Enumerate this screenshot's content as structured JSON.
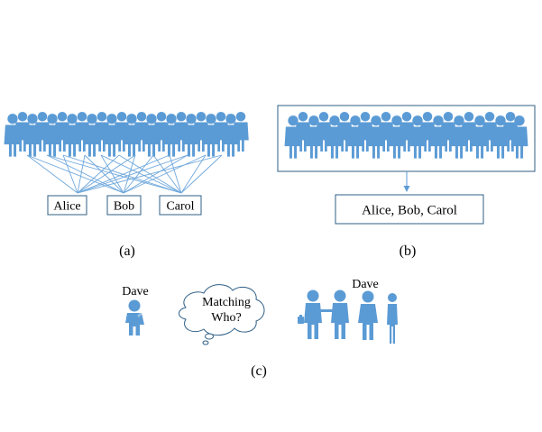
{
  "panel_a": {
    "names": [
      "Alice",
      "Bob",
      "Carol"
    ],
    "caption": "(a)"
  },
  "panel_b": {
    "names_box": "Alice, Bob, Carol",
    "caption": "(b)"
  },
  "panel_c": {
    "left_person_label": "Dave",
    "cloud_line1": "Matching",
    "cloud_line2": "Who?",
    "group_person_label": "Dave",
    "caption": "(c)"
  },
  "colors": {
    "people": "#5b9bd5",
    "box_border": "#2f5f86",
    "link_lines": "#6fa8dc"
  },
  "icons": [
    "person-icon",
    "arrow-down-icon",
    "thought-cloud-icon",
    "briefcase-icon"
  ]
}
